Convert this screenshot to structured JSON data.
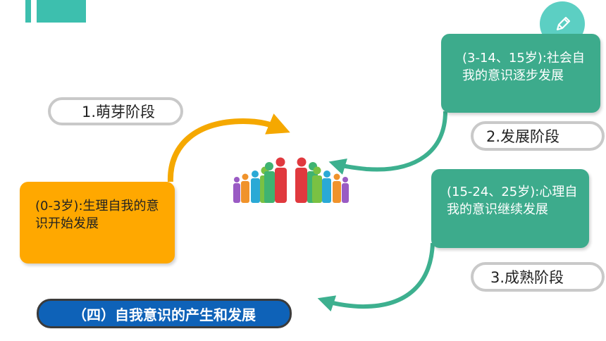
{
  "colors": {
    "teal_accent": "#3dbfae",
    "green_box": "#3dab8c",
    "orange_box": "#ffa800",
    "orange_arrow": "#f5a800",
    "green_arrow": "#3db08f",
    "banner_blue": "#0e62b8",
    "pill_border": "#c9c9c9"
  },
  "stages": [
    {
      "label": "1.萌芽阶段",
      "description": "(0-3岁):生理自我的意识开始发展"
    },
    {
      "label": "2.发展阶段",
      "description": "(3-14、15岁):社会自我的意识逐步发展"
    },
    {
      "label": "3.成熟阶段",
      "description": "(15-24、25岁):心理自我的意识继续发展"
    }
  ],
  "banner": {
    "title": "（四）自我意识的产生和发展"
  },
  "icons": {
    "edit": "pencil-icon",
    "center": "people-group-icon"
  }
}
